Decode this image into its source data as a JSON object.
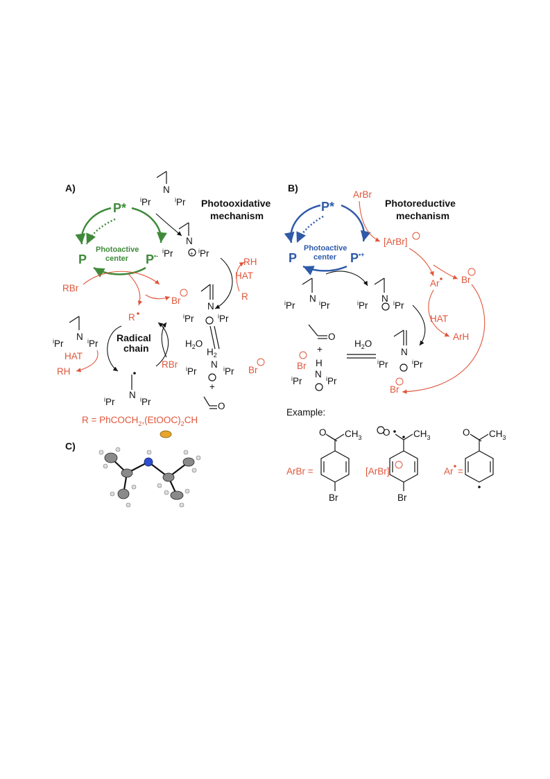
{
  "colors": {
    "green": "#3f8a3a",
    "blue": "#2e5aa8",
    "orange": "#e0553a",
    "black": "#111111"
  },
  "panelA": {
    "label": "A)",
    "title_line1": "Photooxidative",
    "title_line2": "mechanism",
    "p_star": "P*",
    "p": "P",
    "p_anion": "P",
    "p_anion_sup": "•-",
    "center_line1": "Photoactive",
    "center_line2": "center",
    "rbr_left": "RBr",
    "rbr_right": "RBr",
    "br_anion": "Br",
    "r_radical": "R",
    "rh_left": "RH",
    "rh_right": "RH",
    "hat_left": "HAT",
    "hat_right": "HAT",
    "r_right": "R",
    "radical_chain_line1": "Radical",
    "radical_chain_line2": "chain",
    "h2o": "H",
    "h2": "H",
    "plus": "+",
    "br_right": "Br",
    "o_label": "O",
    "r_definition": "R = PhCOCH",
    "r_def_sub": "2",
    "r_def_mid": ",(EtOOC)",
    "r_def_sub2": "2",
    "r_def_end": "CH"
  },
  "panelB": {
    "label": "B)",
    "title_line1": "Photoreductive",
    "title_line2": "mechanism",
    "arbr_top": "ArBr",
    "p_star": "P*",
    "p": "P",
    "p_cation": "P",
    "p_cation_sup": "•+",
    "center_line1": "Photoactive",
    "center_line2": "center",
    "arbr_anion": "[ArBr]",
    "ar_radical": "Ar",
    "br_anion": "Br",
    "hat": "HAT",
    "arh": "ArH",
    "o_label": "O",
    "plus": "+",
    "h2o": "H",
    "br_left": "Br",
    "h_label": "H",
    "br_bottom": "Br",
    "example": "Example:",
    "arbr_eq": "ArBr =",
    "arbr_anion_eq": "[ArBr]",
    "ar_eq": "Ar",
    "ch3": "CH",
    "ch3_sub": "3",
    "br_sub": "Br"
  },
  "panelC": {
    "label": "C)"
  },
  "amine": {
    "ipr": "Pr",
    "ipr_sup": "i",
    "n": "N"
  }
}
